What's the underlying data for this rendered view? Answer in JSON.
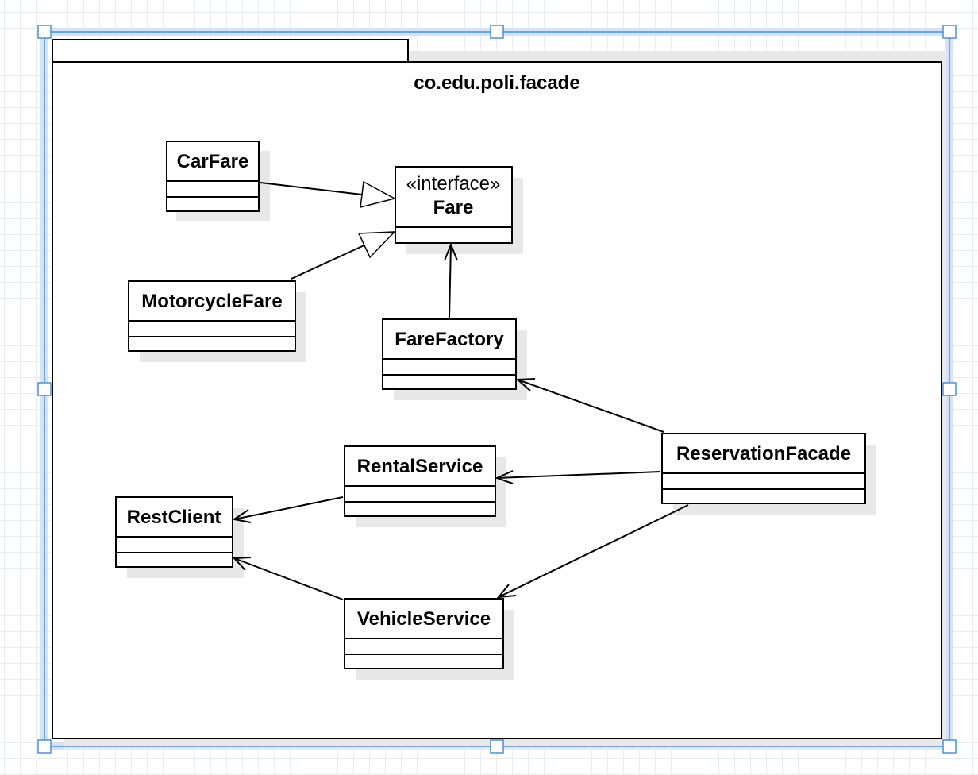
{
  "package": {
    "name": "co.edu.poli.facade"
  },
  "classes": {
    "car_fare": {
      "name": "CarFare"
    },
    "fare": {
      "stereotype": "«interface»",
      "name": "Fare"
    },
    "motorcycle_fare": {
      "name": "MotorcycleFare"
    },
    "fare_factory": {
      "name": "FareFactory"
    },
    "reservation_facade": {
      "name": "ReservationFacade"
    },
    "rental_service": {
      "name": "RentalService"
    },
    "rest_client": {
      "name": "RestClient"
    },
    "vehicle_service": {
      "name": "VehicleService"
    }
  },
  "relationships": [
    {
      "from": "CarFare",
      "to": "Fare",
      "kind": "realization"
    },
    {
      "from": "MotorcycleFare",
      "to": "Fare",
      "kind": "realization"
    },
    {
      "from": "FareFactory",
      "to": "Fare",
      "kind": "dependency"
    },
    {
      "from": "ReservationFacade",
      "to": "FareFactory",
      "kind": "dependency"
    },
    {
      "from": "ReservationFacade",
      "to": "RentalService",
      "kind": "dependency"
    },
    {
      "from": "ReservationFacade",
      "to": "VehicleService",
      "kind": "dependency"
    },
    {
      "from": "RentalService",
      "to": "RestClient",
      "kind": "dependency"
    },
    {
      "from": "VehicleService",
      "to": "RestClient",
      "kind": "dependency"
    }
  ],
  "colors": {
    "selection": "#4a90d9",
    "selection_glow": "#cfe0f5",
    "shadow": "#e8e8e8",
    "grid": "#e9ecef",
    "stroke": "#000000"
  }
}
